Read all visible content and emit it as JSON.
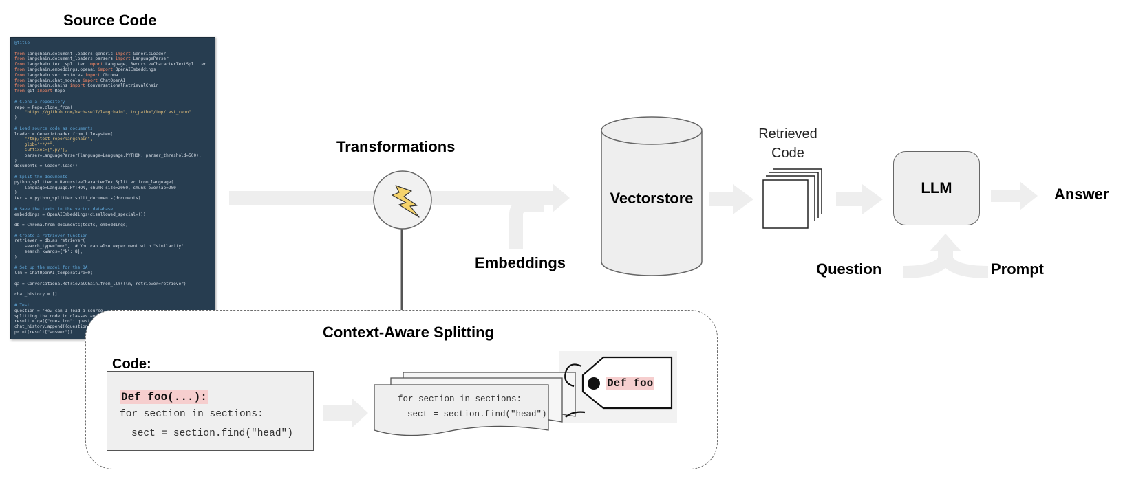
{
  "labels": {
    "source_code": "Source Code",
    "transformations": "Transformations",
    "embeddings": "Embeddings",
    "vectorstore": "Vectorstore",
    "retrieved_code_line1": "Retrieved",
    "retrieved_code_line2": "Code",
    "llm": "LLM",
    "answer": "Answer",
    "question": "Question",
    "prompt": "Prompt",
    "context_splitting": "Context-Aware Splitting",
    "code_label": "Code:"
  },
  "code_box": {
    "line1": "Def foo(...):",
    "line2": "for section in sections:",
    "line3": "sect = section.find(\"head\")"
  },
  "chunk": {
    "line1": "for section in sections:",
    "line2": "sect = section.find(\"head\")"
  },
  "tag_label": "Def foo",
  "source_lines": [
    {
      "t": "@title",
      "c": "c"
    },
    {
      "t": "",
      "c": ""
    },
    {
      "t": "from langchain.document_loaders.generic import GenericLoader",
      "c": ""
    },
    {
      "t": "from langchain.document_loaders.parsers import LanguageParser",
      "c": ""
    },
    {
      "t": "from langchain.text_splitter import Language, RecursiveCharacterTextSplitter",
      "c": ""
    },
    {
      "t": "from langchain.embeddings.openai import OpenAIEmbeddings",
      "c": ""
    },
    {
      "t": "from langchain.vectorstores import Chroma",
      "c": ""
    },
    {
      "t": "from langchain.chat_models import ChatOpenAI",
      "c": ""
    },
    {
      "t": "from langchain.chains import ConversationalRetrievalChain",
      "c": ""
    },
    {
      "t": "from git import Repo",
      "c": ""
    },
    {
      "t": "",
      "c": ""
    },
    {
      "t": "# Clone a repository",
      "c": "c"
    },
    {
      "t": "repo = Repo.clone_from(",
      "c": ""
    },
    {
      "t": "    \"https://github.com/hwchase17/langchain\", to_path=\"/tmp/test_repo\"",
      "c": "s"
    },
    {
      "t": ")",
      "c": ""
    },
    {
      "t": "",
      "c": ""
    },
    {
      "t": "# Load source code as documents",
      "c": "c"
    },
    {
      "t": "loader = GenericLoader.from_filesystem(",
      "c": ""
    },
    {
      "t": "    \"/tmp/test_repo/langchain\",",
      "c": "s"
    },
    {
      "t": "    glob=\"**/*\",",
      "c": "s"
    },
    {
      "t": "    suffixes=[\".py\"],",
      "c": "s"
    },
    {
      "t": "    parser=LanguageParser(language=Language.PYTHON, parser_threshold=500),",
      "c": ""
    },
    {
      "t": ")",
      "c": ""
    },
    {
      "t": "documents = loader.load()",
      "c": ""
    },
    {
      "t": "",
      "c": ""
    },
    {
      "t": "# Split the documents",
      "c": "c"
    },
    {
      "t": "python_splitter = RecursiveCharacterTextSplitter.from_language(",
      "c": ""
    },
    {
      "t": "    language=Language.PYTHON, chunk_size=2000, chunk_overlap=200",
      "c": ""
    },
    {
      "t": ")",
      "c": ""
    },
    {
      "t": "texts = python_splitter.split_documents(documents)",
      "c": ""
    },
    {
      "t": "",
      "c": ""
    },
    {
      "t": "# Save the texts in the vector database",
      "c": "c"
    },
    {
      "t": "embeddings = OpenAIEmbeddings(disallowed_special=())",
      "c": ""
    },
    {
      "t": "",
      "c": ""
    },
    {
      "t": "db = Chroma.from_documents(texts, embeddings)",
      "c": ""
    },
    {
      "t": "",
      "c": ""
    },
    {
      "t": "# Create a retriever function",
      "c": "c"
    },
    {
      "t": "retriever = db.as_retriever(",
      "c": ""
    },
    {
      "t": "    search_type=\"mmr\",  # You can also experiment with \"similarity\"",
      "c": ""
    },
    {
      "t": "    search_kwargs={\"k\": 8},",
      "c": ""
    },
    {
      "t": ")",
      "c": ""
    },
    {
      "t": "",
      "c": ""
    },
    {
      "t": "# Set up the model for the QA",
      "c": "c"
    },
    {
      "t": "llm = ChatOpenAI(temperature=0)",
      "c": ""
    },
    {
      "t": "",
      "c": ""
    },
    {
      "t": "qa = ConversationalRetrievalChain.from_llm(llm, retriever=retriever)",
      "c": ""
    },
    {
      "t": "",
      "c": ""
    },
    {
      "t": "chat_history = []",
      "c": ""
    },
    {
      "t": "",
      "c": ""
    },
    {
      "t": "# Test",
      "c": "c"
    },
    {
      "t": "question = \"How can I load a source",
      "c": ""
    },
    {
      "t": "splitting the code in classes and",
      "c": ""
    },
    {
      "t": "result = qa({\"question\": quest",
      "c": ""
    },
    {
      "t": "chat_history.append((question,",
      "c": ""
    },
    {
      "t": "print(result[\"answer\"])",
      "c": ""
    }
  ],
  "colors": {
    "arrow": "#eeeeee",
    "panel": "#273d50",
    "highlight": "#f6cece",
    "lightning": "#f5d36b"
  }
}
